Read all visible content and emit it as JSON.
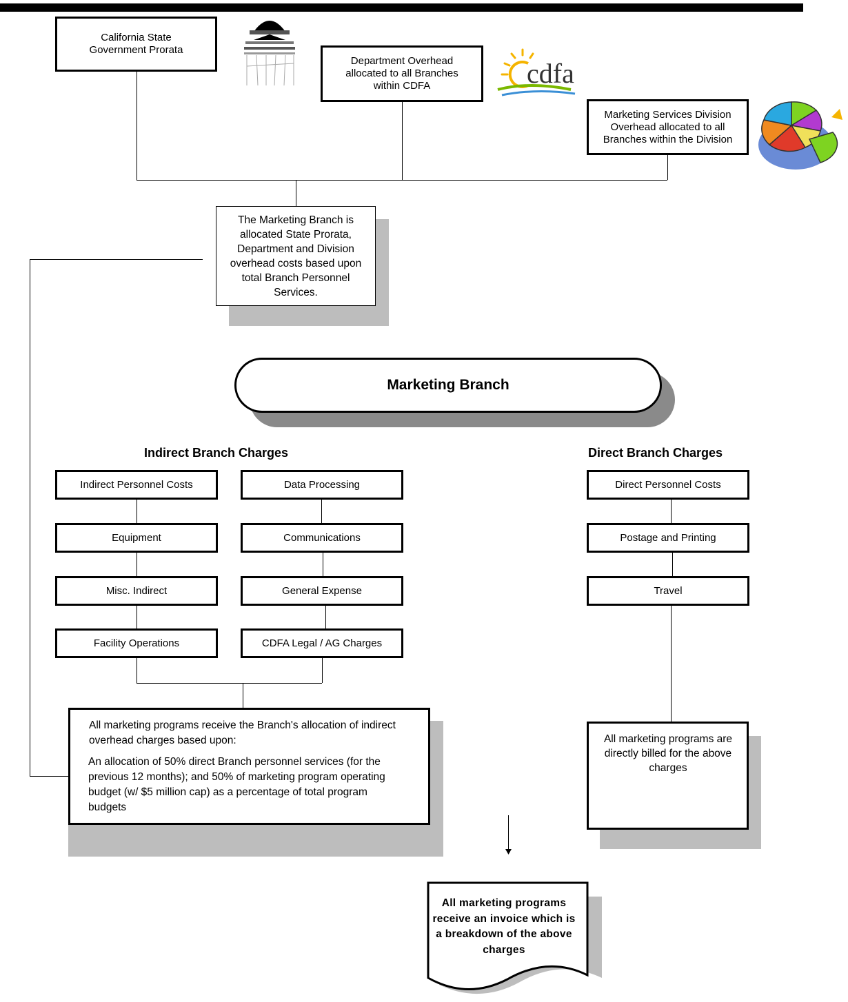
{
  "top_sources": {
    "state_prorata": "California State Government Prorata",
    "department_overhead": "Department Overhead allocated to all Branches within CDFA",
    "division_overhead": "Marketing Services Division Overhead allocated to all Branches within the Division",
    "cdfa_logo_text": "cdfa"
  },
  "allocation_box": "The Marketing Branch is allocated State Prorata, Department and Division overhead costs based upon total Branch Personnel Services.",
  "branch_title": "Marketing Branch",
  "indirect": {
    "header": "Indirect Branch Charges",
    "left_column": [
      "Indirect Personnel Costs",
      "Equipment",
      "Misc. Indirect",
      "Facility Operations"
    ],
    "right_column": [
      "Data Processing",
      "Communications",
      "General Expense",
      "CDFA Legal / AG Charges"
    ],
    "allocation_intro": "All marketing programs receive the Branch's allocation of indirect overhead charges based upon:",
    "allocation_detail": "An allocation of 50% direct Branch personnel services (for the previous 12 months); and 50% of marketing program operating budget (w/ $5 million cap) as a percentage of total program  budgets"
  },
  "direct": {
    "header": "Direct Branch Charges",
    "items": [
      "Direct Personnel Costs",
      "Postage and Printing",
      "Travel"
    ],
    "billing_note": "All marketing programs are directly billed for the above charges"
  },
  "invoice_note": "All marketing programs receive an invoice which is a breakdown of the above charges",
  "colors": {
    "shadow": "#bdbdbd",
    "line": "#000000",
    "top_bar": "#000000"
  }
}
